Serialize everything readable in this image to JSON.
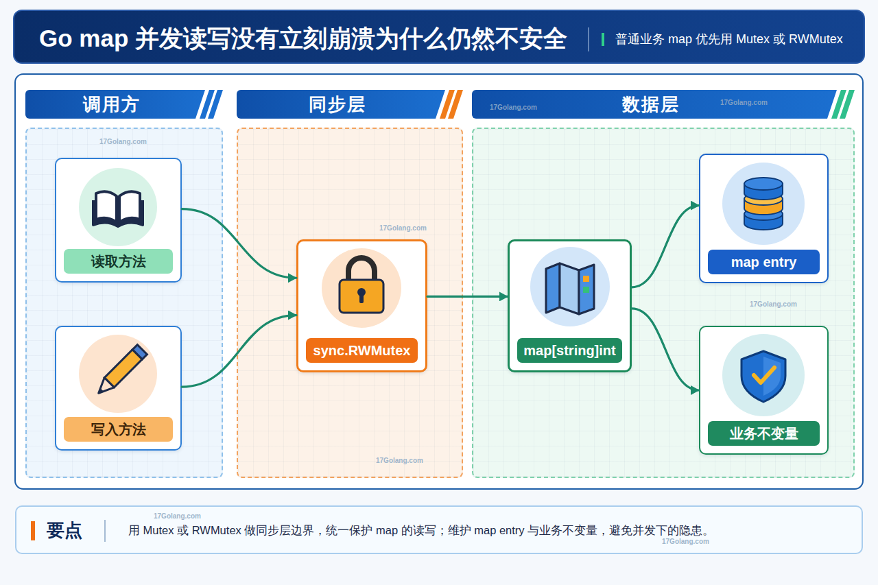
{
  "diagram": {
    "title": "Go map 并发读写没有立刻崩溃为什么仍然不安全",
    "nodes": [
      {
        "text": [
          "调用方"
        ]
      },
      {
        "text": [
          "读取方法"
        ],
        "in": 0
      },
      {
        "text": [
          "写入方法"
        ],
        "in": 0
      },
      {
        "text": [
          "同步层"
        ]
      },
      {
        "text": [
          "sync.RWMutex"
        ],
        "in": 3
      },
      {
        "text": [
          "数据层"
        ]
      },
      {
        "text": [
          "map[string]int"
        ],
        "in": 5
      },
      {
        "text": [
          "map entry"
        ],
        "in": 5
      },
      {
        "text": [
          "业务不变量"
        ],
        "in": 5
      },
      {
        "text": [
          "要点",
          "用 Mutex 或 RWMutex 做同步层边界，统一保护 map 的读写；维护 map entry 与业务不变量，避免并发下的隐患。"
        ]
      }
    ],
    "edges": [
      {
        "from": 1,
        "to": 4,
        "arrow": "to"
      },
      {
        "from": 2,
        "to": 4,
        "arrow": "to"
      },
      {
        "from": 4,
        "to": 6,
        "arrow": "to"
      },
      {
        "from": 6,
        "to": 7,
        "arrow": "to"
      },
      {
        "from": 6,
        "to": 8,
        "arrow": "to"
      }
    ],
    "labels": [
      "普通业务 map 优先用 Mutex 或 RWMutex",
      "17Golang.com",
      "17Golang.com",
      "17Golang.com",
      "17Golang.com",
      "17Golang.com",
      "17Golang.com",
      "17Golang.com",
      "17Golang.com"
    ]
  }
}
